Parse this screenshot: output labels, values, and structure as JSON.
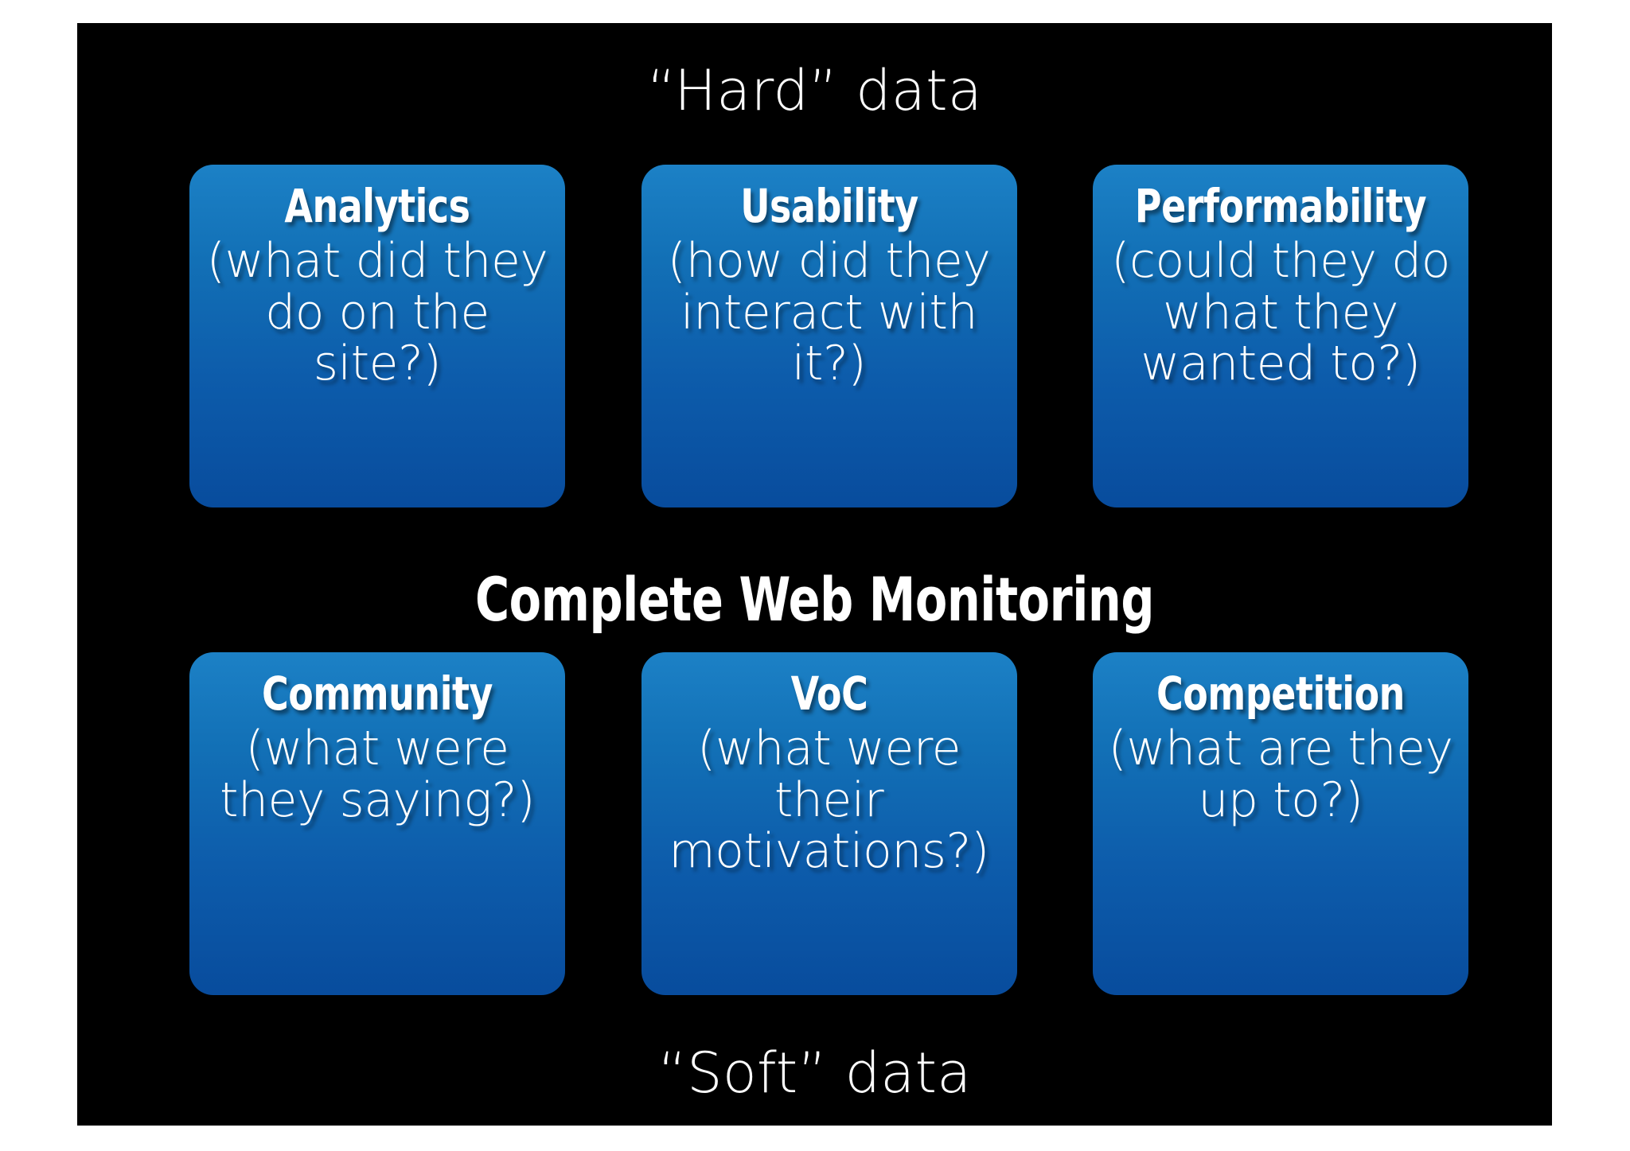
{
  "slide": {
    "background_color": "#000000",
    "page_background_color": "#ffffff",
    "top_caption": "“Hard” data",
    "bottom_caption": "“Soft” data",
    "center_title": "Complete Web Monitoring",
    "card_gradient_top": "#1c81c6",
    "card_gradient_bottom": "#084c9d",
    "text_color": "#ffffff"
  },
  "hard_row": {
    "cards": [
      {
        "title": "Analytics",
        "subtitle": "(what did they do on the site?)"
      },
      {
        "title": "Usability",
        "subtitle": "(how did they interact with it?)"
      },
      {
        "title": "Performability",
        "subtitle": "(could they do what they wanted to?)"
      }
    ]
  },
  "soft_row": {
    "cards": [
      {
        "title": "Community",
        "subtitle": "(what were they saying?)"
      },
      {
        "title": "VoC",
        "subtitle": "(what were their motivations?)"
      },
      {
        "title": "Competition",
        "subtitle": "(what are they up to?)"
      }
    ]
  }
}
